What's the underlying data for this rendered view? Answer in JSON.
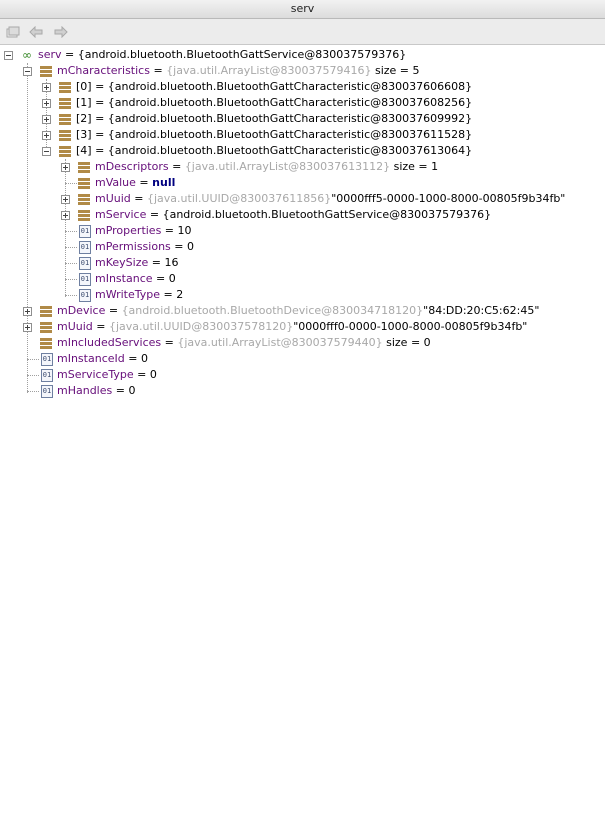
{
  "window": {
    "title": "serv"
  },
  "toolbar": {
    "icons": [
      "restore-layout-icon",
      "back-arrow-icon",
      "forward-arrow-icon"
    ]
  },
  "tree": {
    "root": {
      "name": "serv",
      "value": " = {android.bluetooth.BluetoothGattService@830037579376}"
    },
    "mCharacteristics": {
      "name": "mCharacteristics",
      "eq": " = ",
      "ref": "{java.util.ArrayList@830037579416}",
      "suffix": " size = 5",
      "items": [
        {
          "label": "[0] = {android.bluetooth.BluetoothGattCharacteristic@830037606608}"
        },
        {
          "label": "[1] = {android.bluetooth.BluetoothGattCharacteristic@830037608256}"
        },
        {
          "label": "[2] = {android.bluetooth.BluetoothGattCharacteristic@830037609992}"
        },
        {
          "label": "[3] = {android.bluetooth.BluetoothGattCharacteristic@830037611528}"
        },
        {
          "label": "[4] = {android.bluetooth.BluetoothGattCharacteristic@830037613064}"
        }
      ],
      "item4_children": {
        "mDescriptors": {
          "name": "mDescriptors",
          "eq": " = ",
          "ref": "{java.util.ArrayList@830037613112}",
          "suffix": " size = 1"
        },
        "mValue": {
          "name": "mValue",
          "eq": " = ",
          "value": "null"
        },
        "mUuid": {
          "name": "mUuid",
          "eq": " = ",
          "ref": "{java.util.UUID@830037611856}",
          "suffix": "\"0000fff5-0000-1000-8000-00805f9b34fb\""
        },
        "mService": {
          "name": "mService",
          "eq": " = ",
          "value": "{android.bluetooth.BluetoothGattService@830037579376}"
        },
        "mProperties": {
          "name": "mProperties",
          "value": " = 10"
        },
        "mPermissions": {
          "name": "mPermissions",
          "value": " = 0"
        },
        "mKeySize": {
          "name": "mKeySize",
          "value": " = 16"
        },
        "mInstance": {
          "name": "mInstance",
          "value": " = 0"
        },
        "mWriteType": {
          "name": "mWriteType",
          "value": " = 2"
        }
      }
    },
    "mDevice": {
      "name": "mDevice",
      "eq": " = ",
      "ref": "{android.bluetooth.BluetoothDevice@830034718120}",
      "suffix": "\"84:DD:20:C5:62:45\""
    },
    "mUuid": {
      "name": "mUuid",
      "eq": " = ",
      "ref": "{java.util.UUID@830037578120}",
      "suffix": "\"0000fff0-0000-1000-8000-00805f9b34fb\""
    },
    "mIncludedServices": {
      "name": "mIncludedServices",
      "eq": " = ",
      "ref": "{java.util.ArrayList@830037579440}",
      "suffix": " size = 0"
    },
    "mInstanceId": {
      "name": "mInstanceId",
      "value": " = 0"
    },
    "mServiceType": {
      "name": "mServiceType",
      "value": " = 0"
    },
    "mHandles": {
      "name": "mHandles",
      "value": " = 0"
    }
  },
  "icons": {
    "prim_glyph": "01"
  },
  "colors": {
    "field_name": "#660e7a",
    "ref_gray": "#a8a8a8",
    "keyword": "#000080",
    "field_icon": "#b08a47"
  }
}
